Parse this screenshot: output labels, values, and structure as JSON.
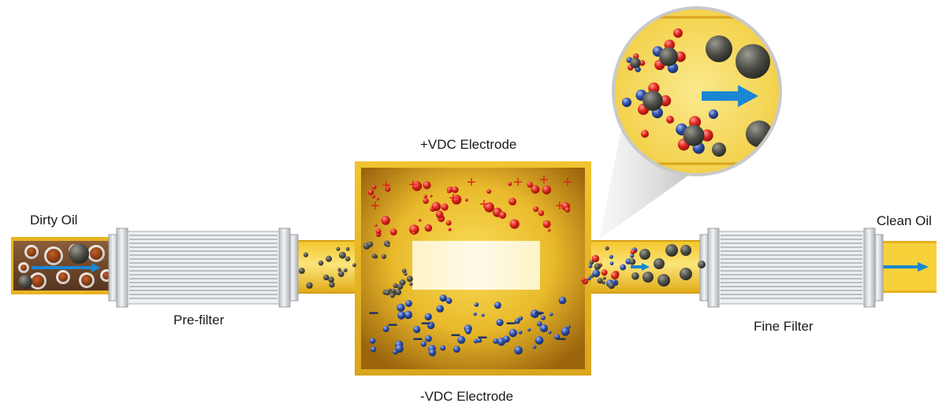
{
  "labels": {
    "dirty_oil": "Dirty Oil",
    "pre_filter": "Pre-filter",
    "positive_electrode": "+VDC Electrode",
    "negative_electrode": "-VDC Electrode",
    "fine_filter": "Fine Filter",
    "clean_oil": "Clean Oil"
  },
  "charge_symbols": {
    "positive": "+",
    "negative": "−"
  },
  "colors": {
    "oil_yellow": "#f6d13a",
    "oil_gold_dark": "#c99a12",
    "chamber_brown": "#a8700c",
    "dirty_oil_brown": "#6e4a2c",
    "flow_arrow_blue": "#1b86d3",
    "positive_particle": "#e0251c",
    "negative_particle": "#2c4fa8",
    "contaminant_grey": "#4a4a44",
    "filter_silver": "#d7d9dc"
  }
}
